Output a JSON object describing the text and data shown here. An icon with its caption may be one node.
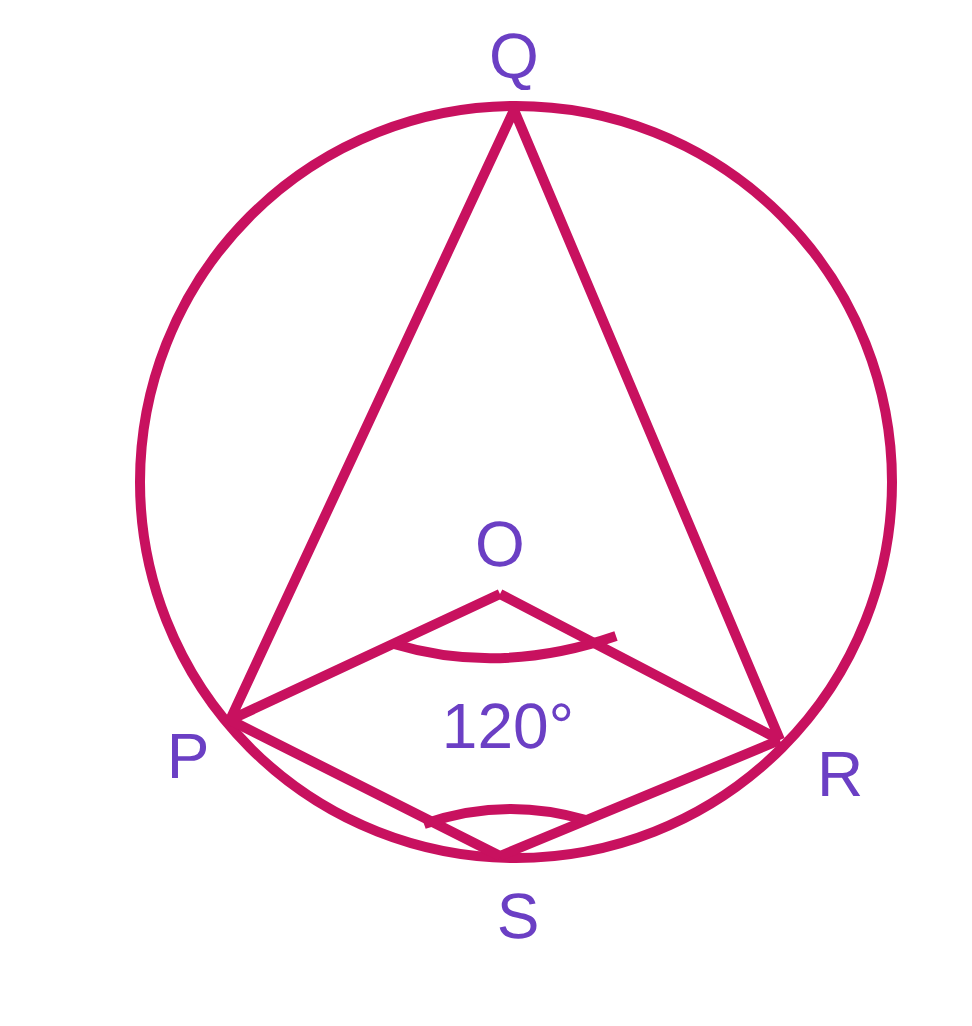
{
  "diagram": {
    "labels": [
      "Q",
      "O",
      "120°",
      "P",
      "R",
      "S"
    ]
  }
}
